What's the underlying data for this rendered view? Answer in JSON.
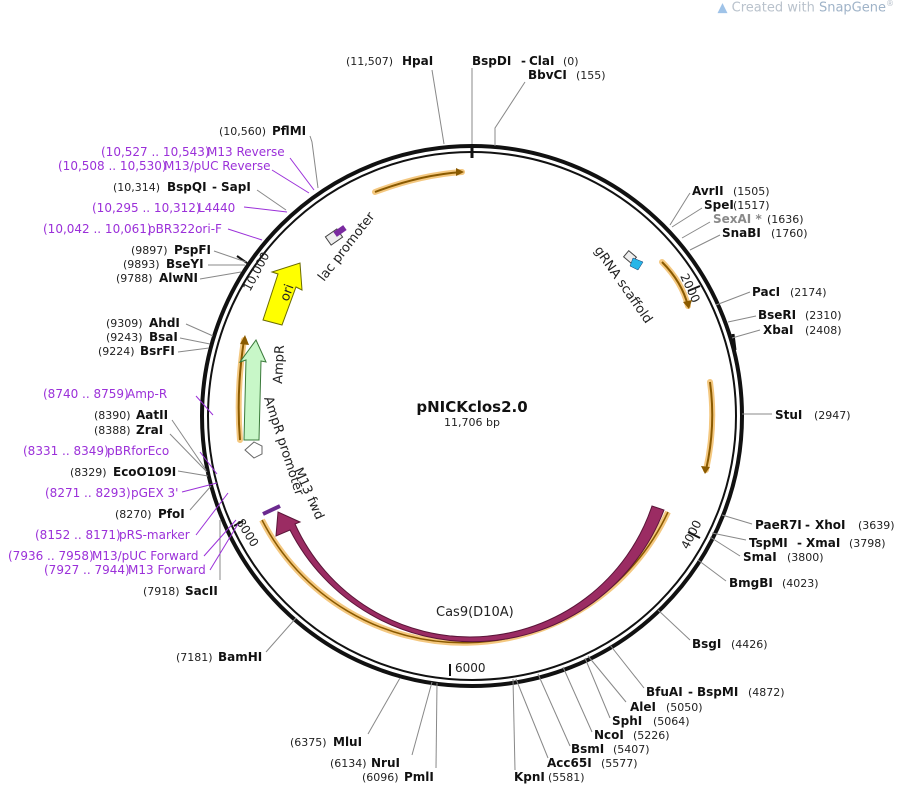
{
  "watermark": {
    "prefix": "Created with ",
    "brand": "SnapGene",
    "mark": "®"
  },
  "plasmid": {
    "name": "pNICKclos2.0",
    "size": "11,706 bp"
  },
  "ticks": [
    "2000",
    "4000",
    "6000",
    "8000",
    "10,000"
  ],
  "features": {
    "cas9": "Cas9(D10A)",
    "ori": "ori",
    "ampr": "AmpR",
    "ampr_promoter": "AmpR promoter",
    "lac_promoter": "lac promoter",
    "m13_fwd": "M13 fwd",
    "grna": "gRNA scaffold"
  },
  "sites_right": [
    {
      "name": "AvrII",
      "pos": "(1505)"
    },
    {
      "name": "SpeI",
      "pos": "(1517)"
    },
    {
      "name": "SexAI *",
      "pos": "(1636)",
      "grey": true
    },
    {
      "name": "SnaBI",
      "pos": "(1760)"
    },
    {
      "name": "PacI",
      "pos": "(2174)"
    },
    {
      "name": "BseRI",
      "pos": "(2310)"
    },
    {
      "name": "XbaI",
      "pos": "(2408)"
    },
    {
      "name": "StuI",
      "pos": "(2947)"
    },
    {
      "name": "PaeR7I",
      "name2": "XhoI",
      "pos": "(3639)"
    },
    {
      "name": "TspMI",
      "name2": "XmaI",
      "pos": "(3798)"
    },
    {
      "name": "SmaI",
      "pos": "(3800)"
    },
    {
      "name": "BmgBI",
      "pos": "(4023)"
    },
    {
      "name": "BsgI",
      "pos": "(4426)"
    },
    {
      "name": "BfuAI",
      "name2": "BspMI",
      "pos": "(4872)"
    },
    {
      "name": "AleI",
      "pos": "(5050)"
    },
    {
      "name": "SphI",
      "pos": "(5064)"
    },
    {
      "name": "NcoI",
      "pos": "(5226)"
    },
    {
      "name": "BsmI",
      "pos": "(5407)"
    },
    {
      "name": "Acc65I",
      "pos": "(5577)"
    },
    {
      "name": "KpnI",
      "pos": "(5581)"
    }
  ],
  "sites_top": [
    {
      "name": "HpaI",
      "pos": "(11,507)"
    },
    {
      "name": "BspDI",
      "name2": "ClaI",
      "pos": "(0)"
    },
    {
      "name": "BbvCI",
      "pos": "(155)"
    }
  ],
  "sites_bottom": [
    {
      "name": "PmlI",
      "pos": "(6096)"
    },
    {
      "name": "NruI",
      "pos": "(6134)"
    },
    {
      "name": "MluI",
      "pos": "(6375)"
    },
    {
      "name": "BamHI",
      "pos": "(7181)"
    }
  ],
  "sites_left": [
    {
      "name": "PflMI",
      "pos": "(10,560)"
    },
    {
      "name": "BspQI",
      "name2": "SapI",
      "pos": "(10,314)"
    },
    {
      "name": "PspFI",
      "pos": "(9897)"
    },
    {
      "name": "BseYI",
      "pos": "(9893)"
    },
    {
      "name": "AlwNI",
      "pos": "(9788)"
    },
    {
      "name": "AhdI",
      "pos": "(9309)"
    },
    {
      "name": "BsaI",
      "pos": "(9243)"
    },
    {
      "name": "BsrFI",
      "pos": "(9224)"
    },
    {
      "name": "AatII",
      "pos": "(8390)"
    },
    {
      "name": "ZraI",
      "pos": "(8388)"
    },
    {
      "name": "EcoO109I",
      "pos": "(8329)"
    },
    {
      "name": "PfoI",
      "pos": "(8270)"
    },
    {
      "name": "SacII",
      "pos": "(7918)"
    }
  ],
  "primers": [
    {
      "range": "(10,527 .. 10,543)",
      "name": "M13 Reverse"
    },
    {
      "range": "(10,508 .. 10,530)",
      "name": "M13/pUC Reverse"
    },
    {
      "range": "(10,295 .. 10,312)",
      "name": "L4440"
    },
    {
      "range": "(10,042 .. 10,061)",
      "name": "pBR322ori-F"
    },
    {
      "range": "(8740 .. 8759)",
      "name": "Amp-R"
    },
    {
      "range": "(8331 .. 8349)",
      "name": "pBRforEco"
    },
    {
      "range": "(8271 .. 8293)",
      "name": "pGEX 3'"
    },
    {
      "range": "(8152 .. 8171)",
      "name": "pRS-marker"
    },
    {
      "range": "(7936 .. 7958)",
      "name": "M13/pUC Forward"
    },
    {
      "range": "(7927 .. 7944)",
      "name": "M13 Forward"
    }
  ],
  "colors": {
    "backbone": "#111111",
    "cas9": "#9b2c63",
    "ori": "#ffff00",
    "ampr": "#c8f7c8",
    "orf": "#f4b860",
    "primer": "#9b30d9",
    "grna": "#28b6e8"
  }
}
